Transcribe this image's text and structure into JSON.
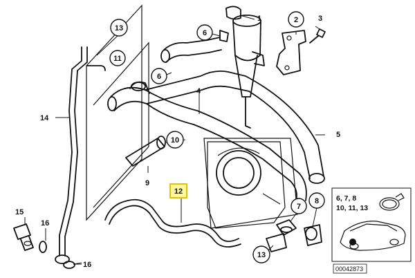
{
  "diagram": {
    "part_labels": {
      "p1": "1",
      "p2": "2",
      "p3": "3",
      "p4": "4",
      "p5": "5",
      "p6a": "6",
      "p6b": "6",
      "p7": "7",
      "p8": "8",
      "p9": "9",
      "p10": "10",
      "p11": "11",
      "p12": "12",
      "p13a": "13",
      "p13b": "13",
      "p14": "14",
      "p15": "15",
      "p16a": "16",
      "p16b": "16"
    },
    "highlighted_part": "12",
    "inset": {
      "line1": "6, 7, 8",
      "line2": "10, 11, 13"
    },
    "document_number": "00042873"
  }
}
